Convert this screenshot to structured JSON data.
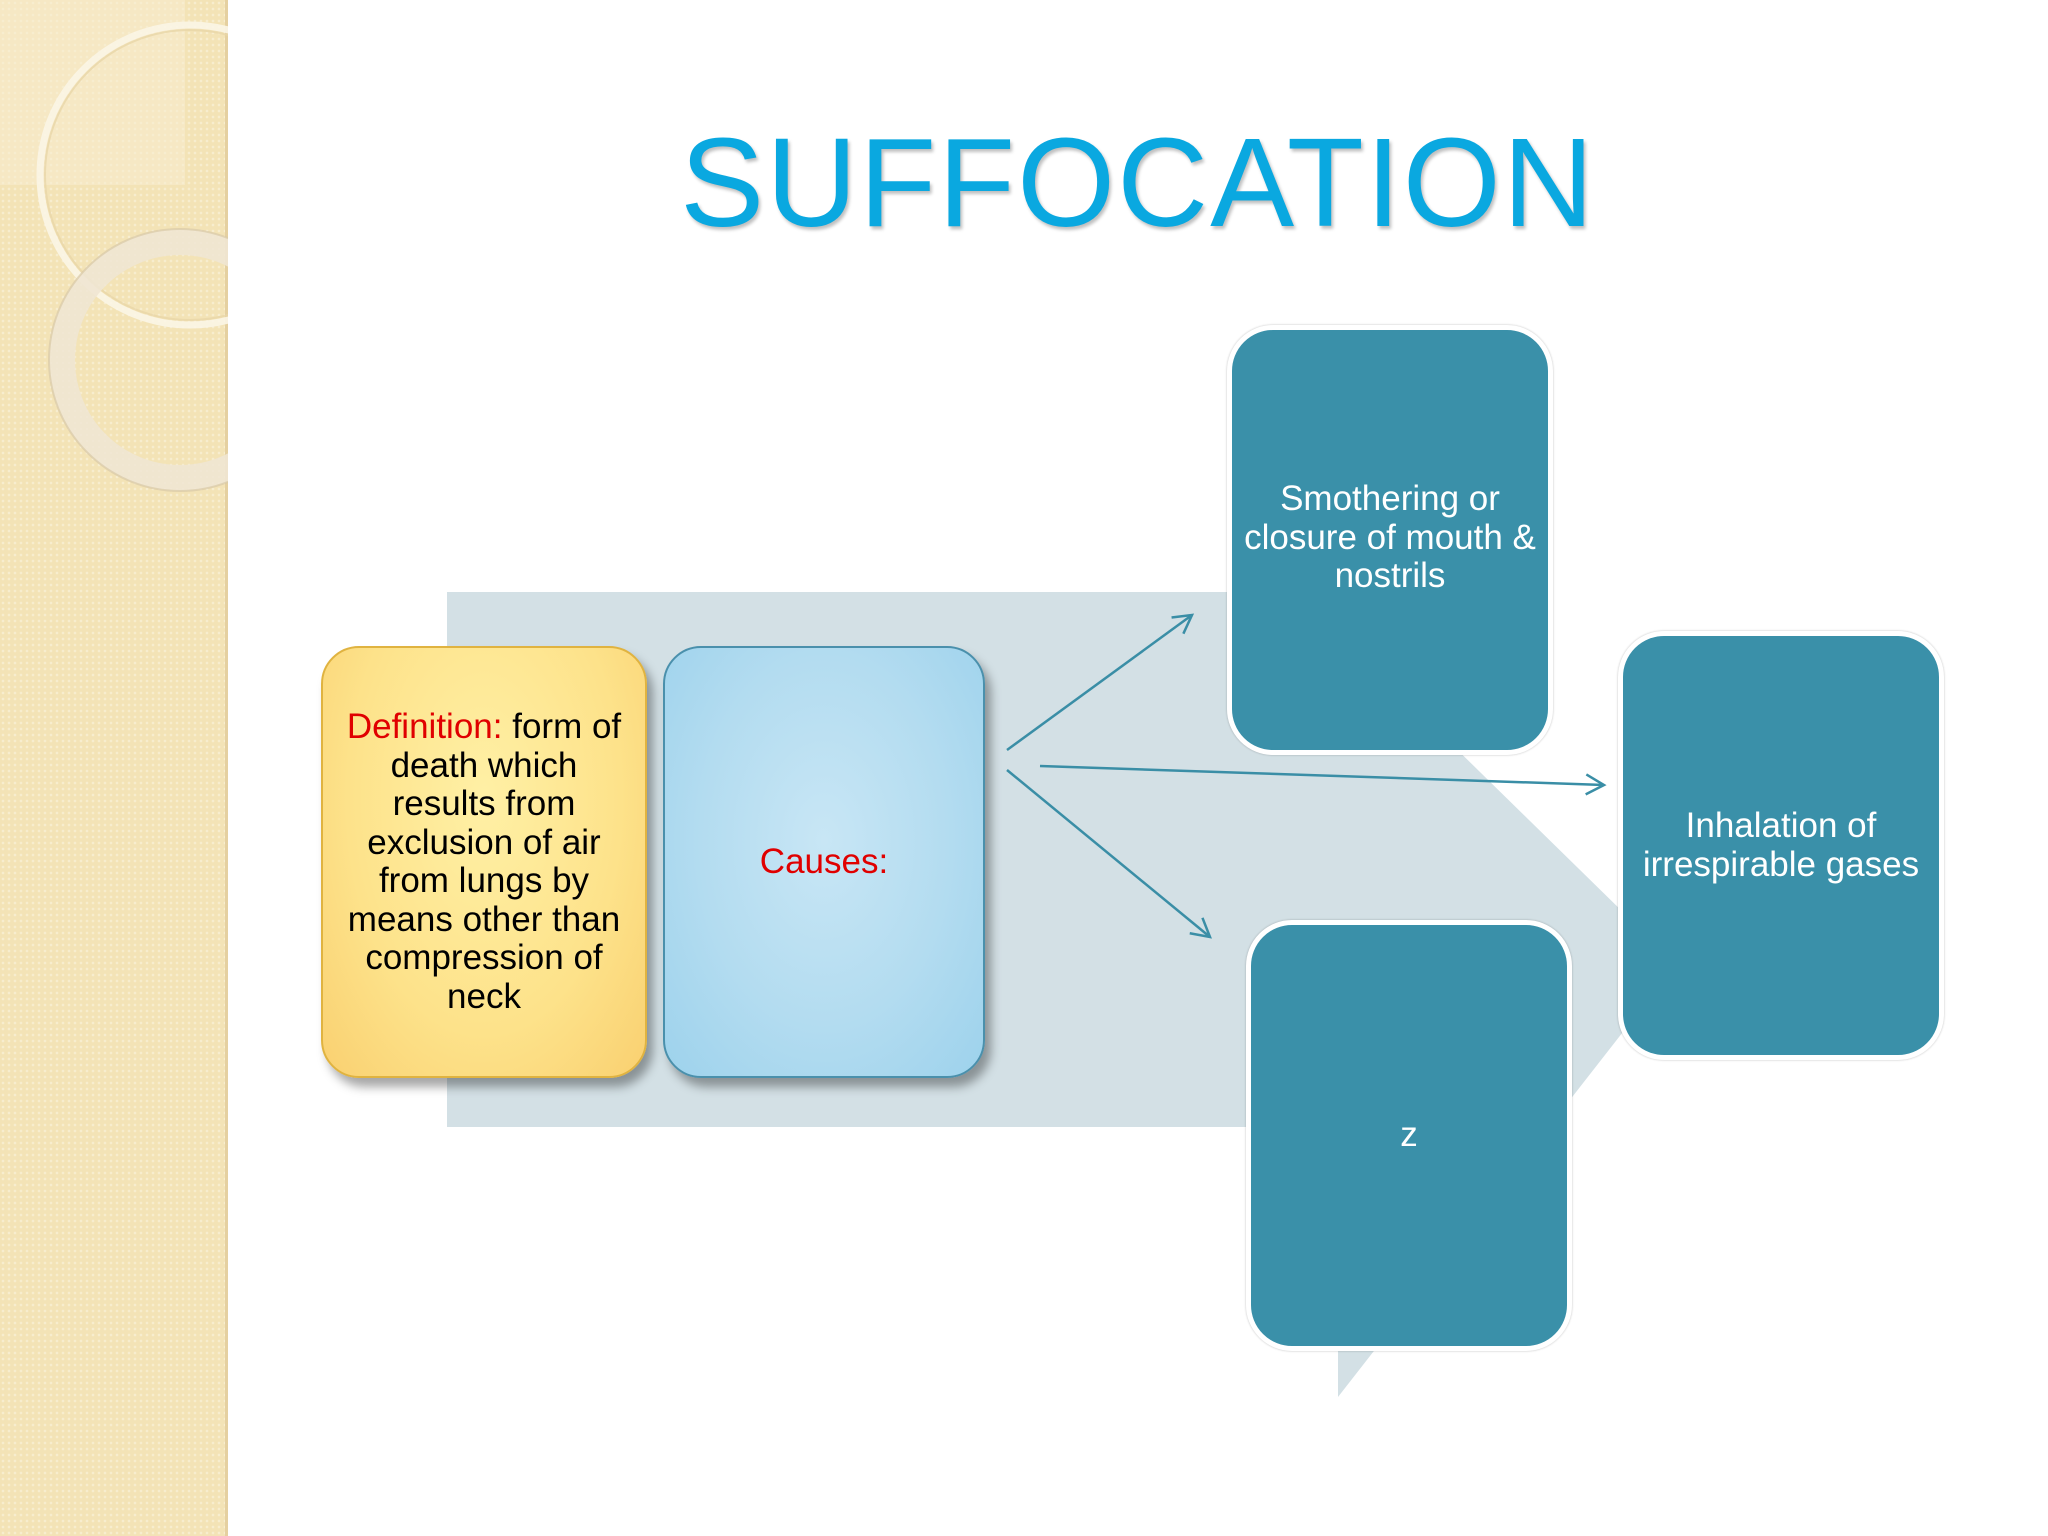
{
  "slide": {
    "title": "SUFFOCATION"
  },
  "diagram": {
    "definition": {
      "label": "Definition:",
      "text": "form of death which results from exclusion of air from lungs by means other than compression of neck"
    },
    "causes": {
      "label": "Causes:"
    },
    "nodes": {
      "smothering": "Smothering or closure of mouth & nostrils",
      "inhalation": "Inhalation of irrespirable gases",
      "z": "z"
    }
  },
  "colors": {
    "title": "#0aa8e0",
    "label_red": "#e00000",
    "node_teal": "#3a90a9",
    "backdrop_arrow": "#d3e0e5",
    "connector": "#3a8ea6",
    "definition_fill": "#fde28a",
    "causes_fill": "#b3dcf0",
    "sidebar": "#f3e3b6"
  }
}
